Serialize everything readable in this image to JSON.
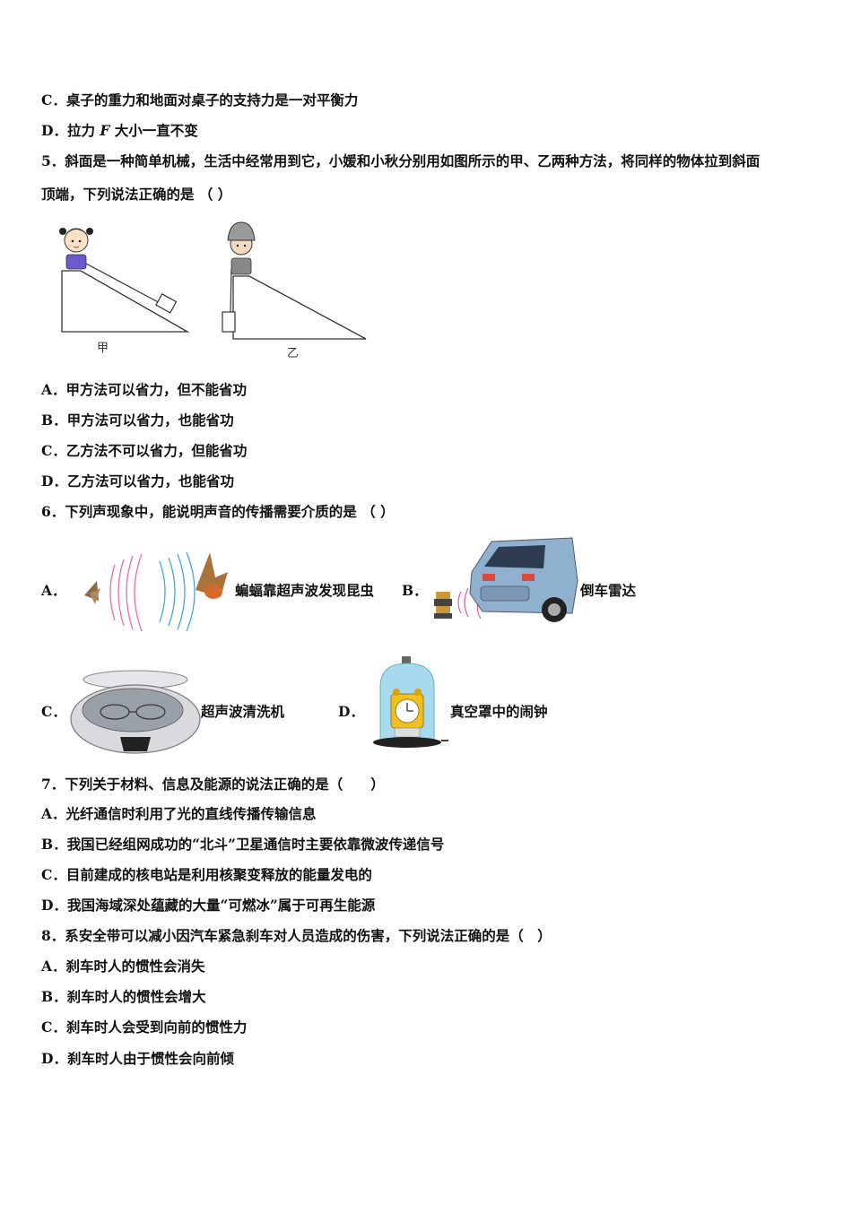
{
  "q4": {
    "optC": "C．桌子的重力和地面对桌子的支持力是一对平衡力",
    "optD_prefix": "D．拉力 ",
    "optD_var": "F",
    "optD_suffix": " 大小一直不变"
  },
  "q5": {
    "stem1": "5．斜面是一种简单机械，生活中经常用到它，小媛和小秋分别用如图所示的甲、乙两种方法，将同样的物体拉到斜面",
    "stem2": "顶端，下列说法正确的是 （  ）",
    "fig_label_jia": "甲",
    "fig_label_yi": "乙",
    "options": [
      "A．甲方法可以省力，但不能省功",
      "B．甲方法可以省力，也能省功",
      "C．乙方法不可以省力，但能省功",
      "D．乙方法可以省力，也能省功"
    ]
  },
  "q6": {
    "stem": "6．下列声现象中，能说明声音的传播需要介质的是 （ ）",
    "optA_label": "A．",
    "optA_caption": "蝙蝠靠超声波发现昆虫",
    "optB_label": "B．",
    "optB_caption": "倒车雷达",
    "optC_label": "C．",
    "optC_caption": "超声波清洗机",
    "optD_label": "D．",
    "optD_caption": "真空罩中的闹钟"
  },
  "q7": {
    "stem": "7．下列关于材料、信息及能源的说法正确的是（　　）",
    "options": [
      "A．光纤通信时利用了光的直线传播传输信息",
      "B．我国已经组网成功的“北斗”卫星通信时主要依靠微波传递信号",
      "C．目前建成的核电站是利用核聚变释放的能量发电的",
      "D．我国海域深处蕴藏的大量“可燃冰”属于可再生能源"
    ]
  },
  "q8": {
    "stem": "8．系安全带可以减小因汽车紧急刹车对人员造成的伤害，下列说法正确的是（　）",
    "options": [
      "A．刹车时人的惯性会消失",
      "B．刹车时人的惯性会增大",
      "C．刹车时人会受到向前的惯性力",
      "D．刹车时人由于惯性会向前倾"
    ]
  }
}
